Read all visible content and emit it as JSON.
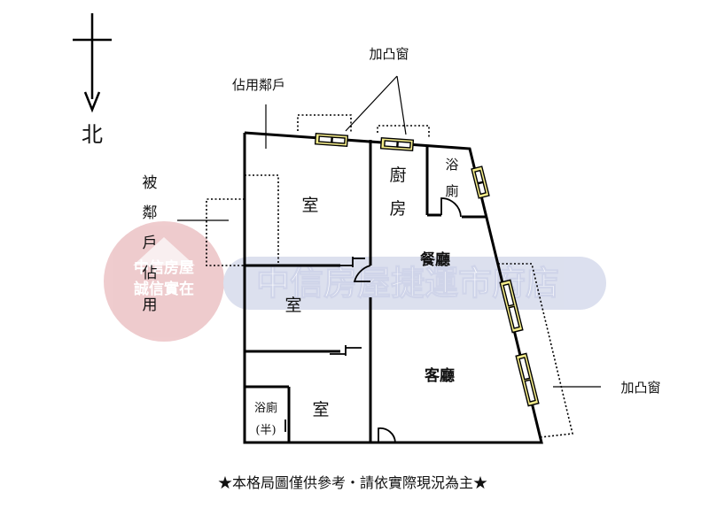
{
  "compass": {
    "north": "北"
  },
  "labels": {
    "occupied_neighbor": "佔用鄰戶",
    "bay_window_top": "加凸窗",
    "bay_window_right": "加凸窗",
    "occupied_by_neighbor": [
      "被",
      "鄰",
      "戶",
      "佔",
      "用"
    ]
  },
  "rooms": {
    "room_top": "室",
    "kitchen": [
      "廚",
      "房"
    ],
    "bath_top": [
      "浴",
      "廁"
    ],
    "dining": "餐廳",
    "room_middle": "室",
    "living": "客廳",
    "room_bottom": "室",
    "half_bath": [
      "浴廁",
      "(半)"
    ]
  },
  "watermark": {
    "brand": "中信房屋捷運市府店",
    "logo_line1": "中信房屋",
    "logo_line2": "誠信實在"
  },
  "footer": "★本格局圖僅供參考‧請依實際現況為主★",
  "colors": {
    "window": "#f4ec8a",
    "watermark_red": "#e8b2b4",
    "watermark_blue": "#cdd2e8",
    "line": "#000000"
  }
}
